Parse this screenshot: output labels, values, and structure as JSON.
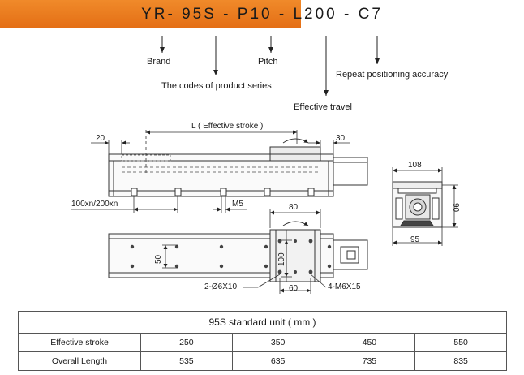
{
  "model_code": "YR- 95S - P10 - L200 - C7",
  "callouts": {
    "brand": "Brand",
    "series": "The codes of product series",
    "pitch": "Pitch",
    "travel": "Effective travel",
    "accuracy": "Repeat positioning accuracy"
  },
  "side_view": {
    "dim_20": "20",
    "dim_L": "L ( Effective stroke )",
    "dim_30": "30",
    "dim_hole_spacing": "100xn/200xn",
    "dim_thread": "M5"
  },
  "end_view": {
    "width": "108",
    "height": "90",
    "base_width": "95"
  },
  "top_view": {
    "carriage_width": "80",
    "carriage_length": "100",
    "rail_hole_spacing": "50",
    "pin_spacing": "60",
    "dowel_holes": "2-Ø6X10",
    "screw_holes": "4-M6X15"
  },
  "table": {
    "caption": "95S standard unit ( mm )",
    "rows": [
      {
        "label": "Effective stroke",
        "values": [
          "250",
          "350",
          "450",
          "550"
        ]
      },
      {
        "label": "Overall Length",
        "values": [
          "535",
          "635",
          "735",
          "835"
        ]
      }
    ]
  },
  "colors": {
    "banner": "#e87a1f",
    "line": "#333333"
  }
}
